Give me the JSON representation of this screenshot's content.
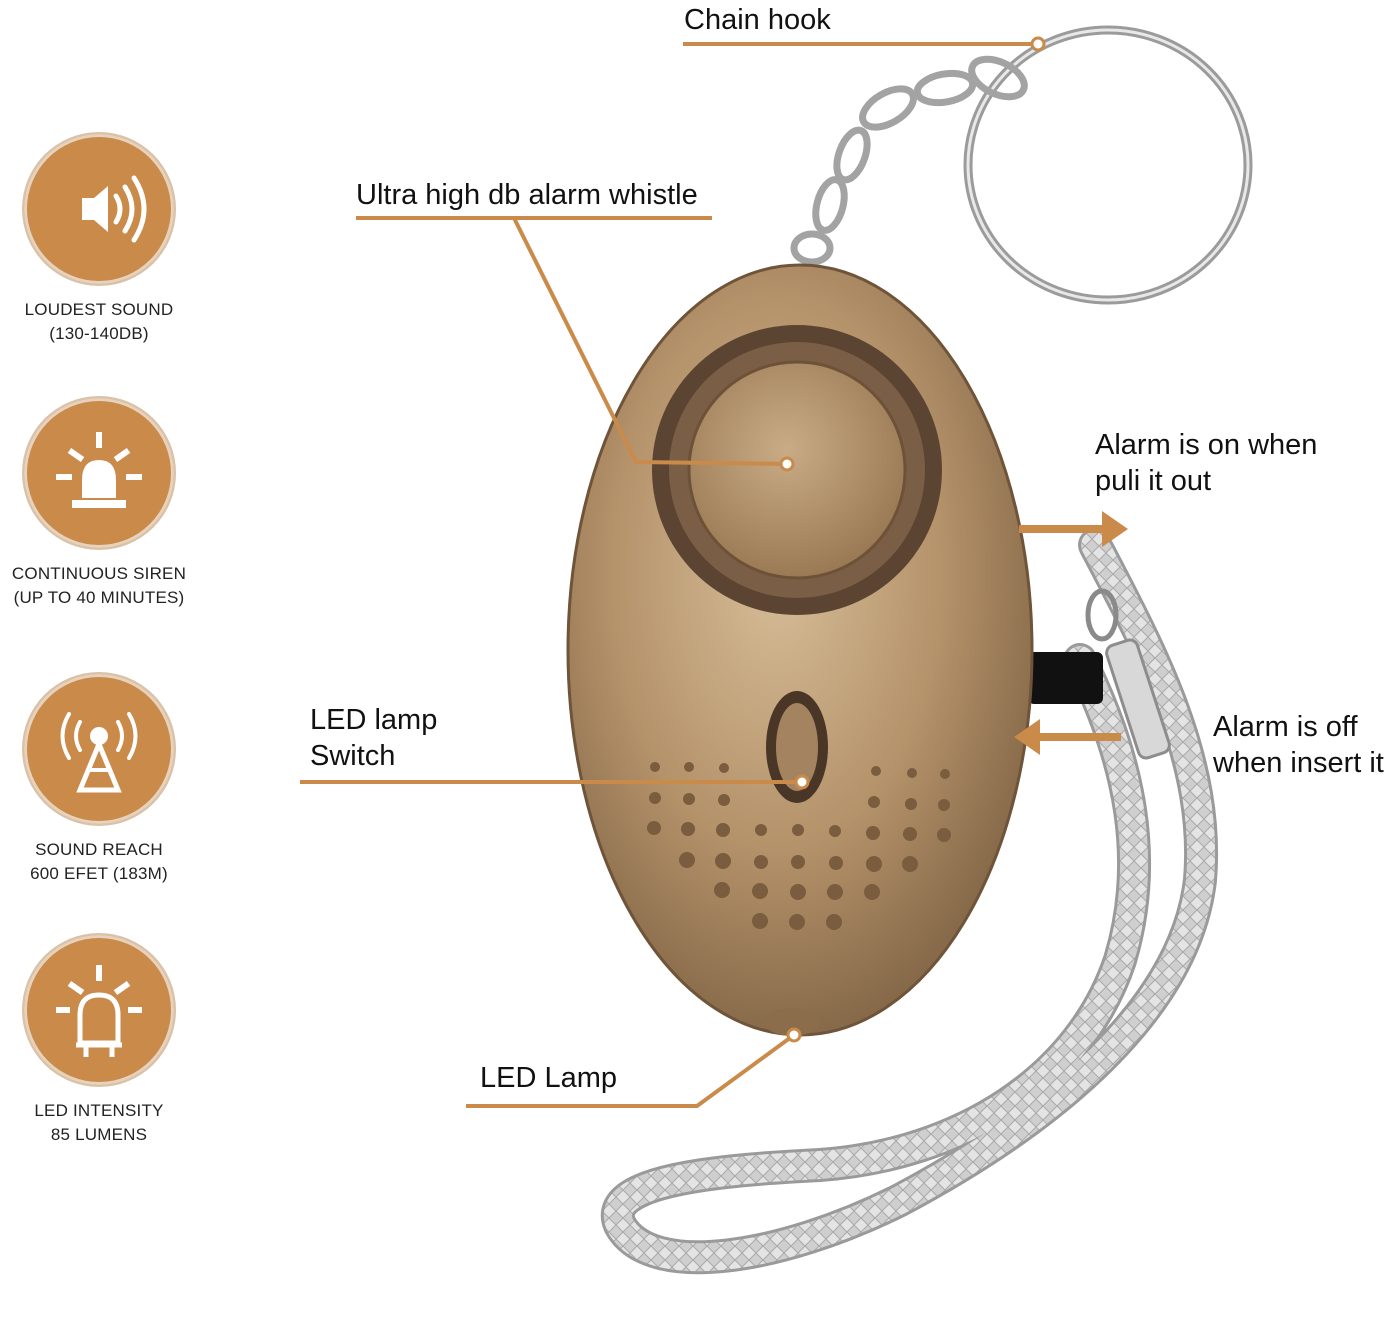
{
  "features": [
    {
      "icon": "speaker-icon",
      "line1": "LOUDEST SOUND",
      "line2": "(130-140DB)"
    },
    {
      "icon": "siren-icon",
      "line1": "CONTINUOUS SIREN",
      "line2": "(UP TO 40 MINUTES)"
    },
    {
      "icon": "antenna-icon",
      "line1": "SOUND REACH",
      "line2": "600 EFET (183M)"
    },
    {
      "icon": "led-icon",
      "line1": "LED INTENSITY",
      "line2": "85 LUMENS"
    }
  ],
  "callouts": {
    "chain_hook": "Chain hook",
    "whistle": "Ultra high db alarm whistle",
    "led_switch_line1": "LED lamp",
    "led_switch_line2": "Switch",
    "led_lamp": "LED Lamp",
    "alarm_on_line1": "Alarm is on when",
    "alarm_on_line2": "puli it out",
    "alarm_off_line1": "Alarm is off",
    "alarm_off_line2": "when insert it"
  },
  "colors": {
    "accent": "#c98a4a",
    "device_body": "#b4926a",
    "strap": "#c9c9c9"
  }
}
